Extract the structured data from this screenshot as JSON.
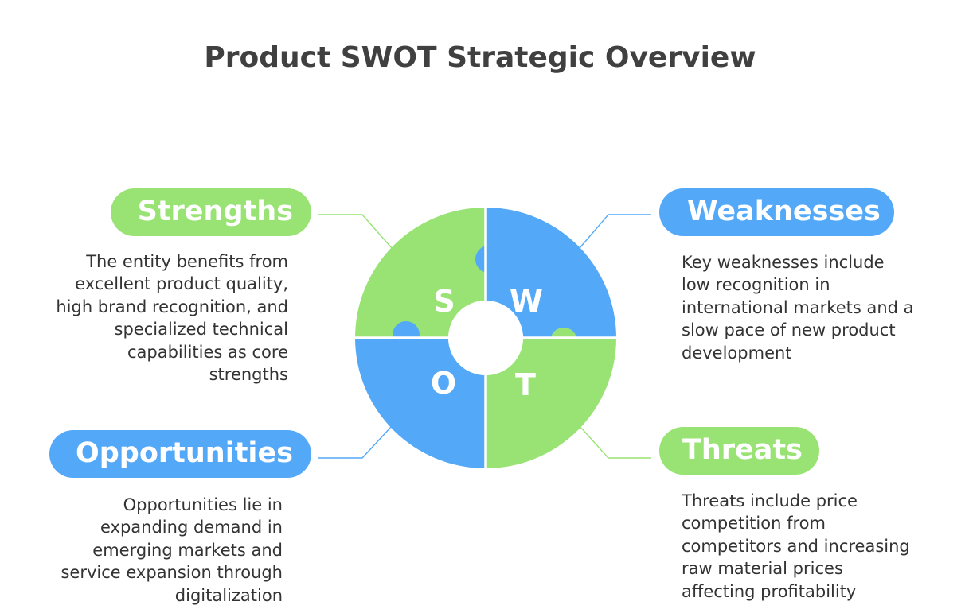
{
  "title": "Product SWOT Strategic Overview",
  "colors": {
    "green": "#98e373",
    "blue": "#53a9f8",
    "title": "#404040",
    "text": "#333333"
  },
  "quadrants": {
    "strengths": {
      "letter": "S",
      "label": "Strengths",
      "color": "green",
      "text": "The entity benefits from\nexcellent product quality,\nhigh brand recognition, and\nspecialized technical\ncapabilities as core\nstrengths"
    },
    "weaknesses": {
      "letter": "W",
      "label": "Weaknesses",
      "color": "blue",
      "text": "Key weaknesses include\nlow recognition in\ninternational markets and a\n slow pace of new product\ndevelopment"
    },
    "opportunities": {
      "letter": "O",
      "label": "Opportunities",
      "color": "blue",
      "text": "Opportunities lie in\nexpanding demand in\nemerging markets and\nservice expansion through\ndigitalization"
    },
    "threats": {
      "letter": "T",
      "label": "Threats",
      "color": "green",
      "text": "Threats include price\ncompetition from\ncompetitors and increasing\nraw material prices\naffecting profitability"
    }
  }
}
